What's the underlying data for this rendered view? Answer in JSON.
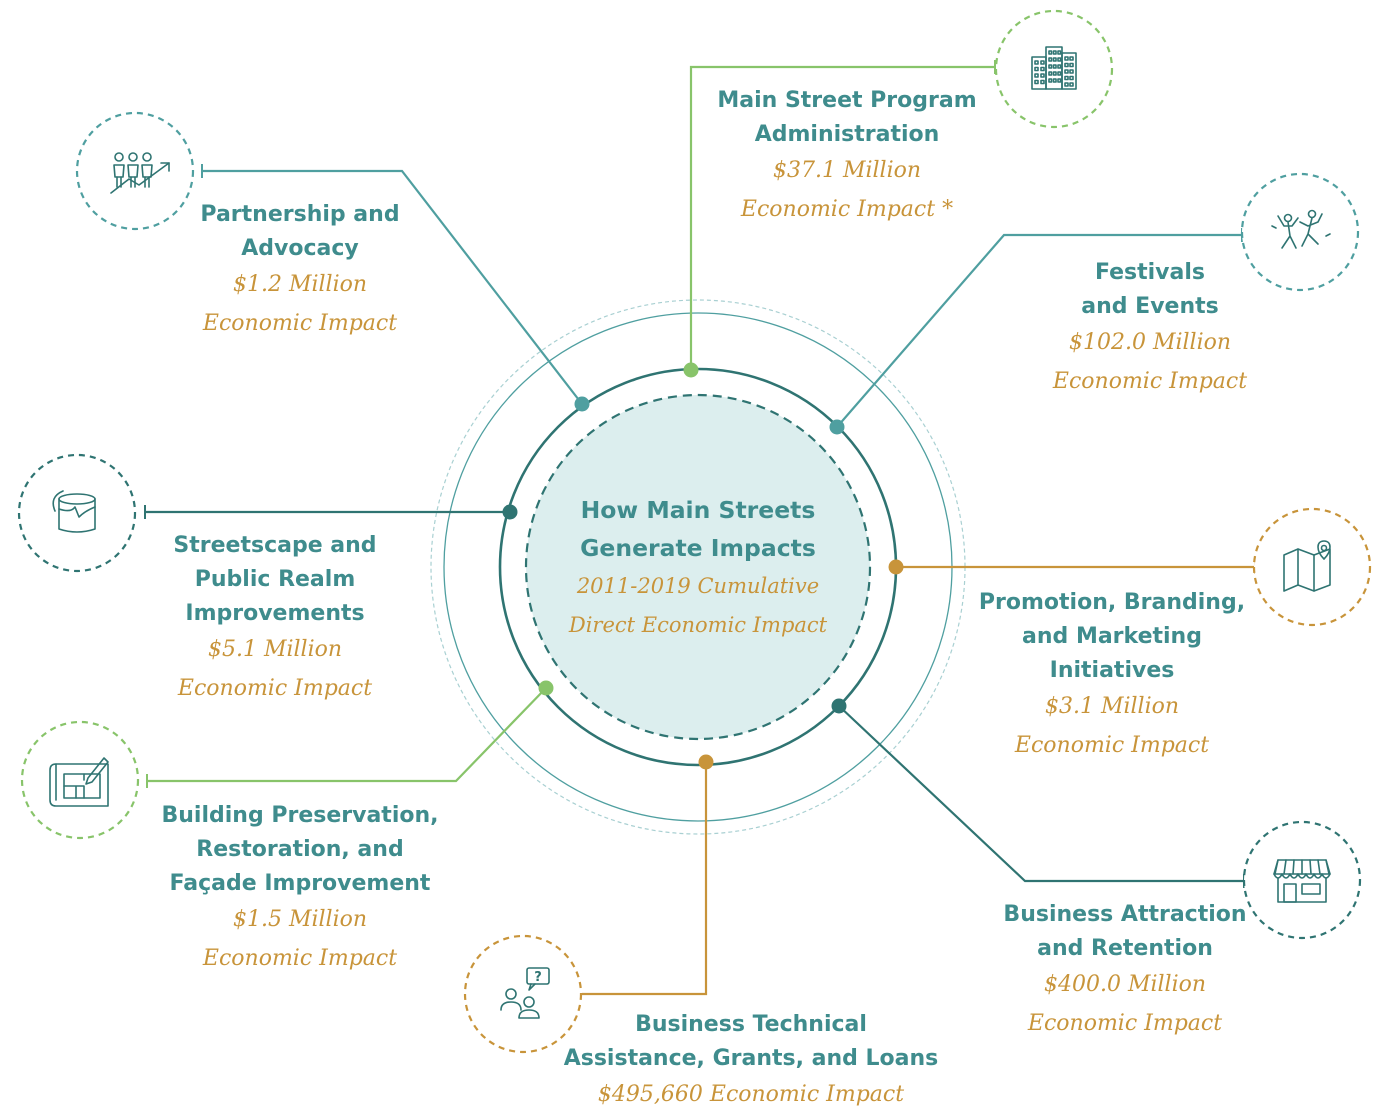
{
  "center": {
    "title_lines": [
      "How Main Streets",
      "Generate Impacts"
    ],
    "subtitle_lines": [
      "2011-2019 Cumulative",
      "Direct Economic Impact"
    ]
  },
  "colors": {
    "teal": "#4f9fa0",
    "dark_teal": "#2f7472",
    "green": "#88c46a",
    "gold": "#c8943a",
    "center_fill": "#dceeee",
    "title_text": "#3f8c8d"
  },
  "categories": [
    {
      "id": "admin",
      "title_lines": [
        "Main Street Program",
        "Administration"
      ],
      "impact_lines": [
        "$37.1 Million",
        "Economic Impact *"
      ],
      "icon": "buildings-icon",
      "color": "green"
    },
    {
      "id": "partnership",
      "title_lines": [
        "Partnership and",
        "Advocacy"
      ],
      "impact_lines": [
        "$1.2 Million",
        "Economic Impact"
      ],
      "icon": "partnership-growth-icon",
      "color": "teal"
    },
    {
      "id": "festivals",
      "title_lines": [
        "Festivals",
        "and Events"
      ],
      "impact_lines": [
        "$102.0 Million",
        "Economic Impact"
      ],
      "icon": "dancing-people-icon",
      "color": "teal"
    },
    {
      "id": "streetscape",
      "title_lines": [
        "Streetscape and",
        "Public Realm",
        "Improvements"
      ],
      "impact_lines": [
        "$5.1 Million",
        "Economic Impact"
      ],
      "icon": "paint-bucket-icon",
      "color": "dark_teal"
    },
    {
      "id": "promotion",
      "title_lines": [
        "Promotion, Branding,",
        "and  Marketing",
        "Initiatives"
      ],
      "impact_lines": [
        "$3.1 Million",
        "Economic Impact"
      ],
      "icon": "map-pin-icon",
      "color": "gold"
    },
    {
      "id": "building",
      "title_lines": [
        "Building Preservation,",
        "Restoration, and",
        "Façade Improvement"
      ],
      "impact_lines": [
        "$1.5 Million",
        "Economic Impact"
      ],
      "icon": "blueprint-icon",
      "color": "green"
    },
    {
      "id": "attraction",
      "title_lines": [
        "Business Attraction",
        "and Retention"
      ],
      "impact_lines": [
        "$400.0 Million",
        "Economic Impact"
      ],
      "icon": "storefront-icon",
      "color": "dark_teal"
    },
    {
      "id": "technical",
      "title_lines": [
        "Business Technical",
        "Assistance, Grants, and Loans"
      ],
      "impact_lines": [
        "$495,660 Economic Impact"
      ],
      "icon": "consultation-icon",
      "color": "gold"
    }
  ]
}
